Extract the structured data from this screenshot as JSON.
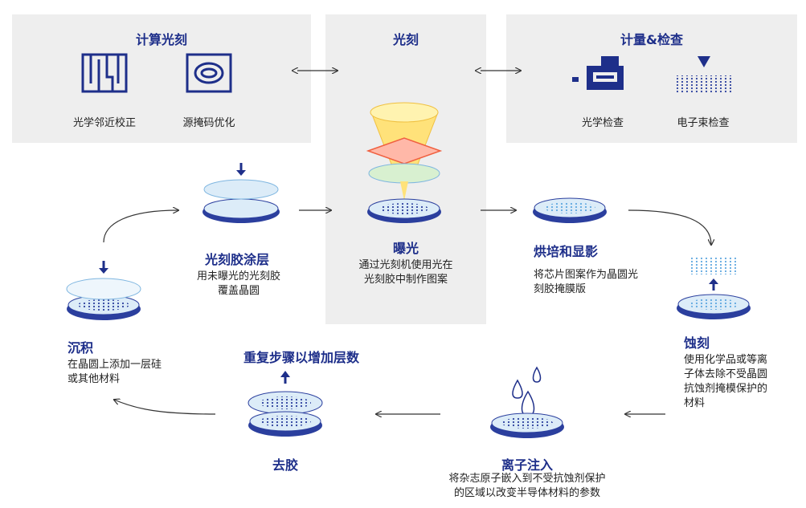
{
  "panels": {
    "computational": {
      "title": "计算光刻",
      "items": [
        "光学邻近校正",
        "源掩码优化"
      ]
    },
    "lithography": {
      "title": "光刻"
    },
    "metrology": {
      "title": "计量&检查",
      "items": [
        "光学检查",
        "电子束检查"
      ]
    }
  },
  "steps": {
    "coating": {
      "title": "光刻胶涂层",
      "desc1": "用未曝光的光刻胶",
      "desc2": "覆盖晶圆"
    },
    "exposure": {
      "title": "曝光",
      "desc1": "通过光刻机使用光在",
      "desc2": "光刻胶中制作图案"
    },
    "bake": {
      "title": "烘培和显影",
      "desc1": "将芯片图案作为晶圆光",
      "desc2": "刻胶掩膜版"
    },
    "etch": {
      "title": "蚀刻",
      "desc1": "使用化学品或等离",
      "desc2": "子体去除不受晶圆",
      "desc3": "抗蚀剂掩模保护的",
      "desc4": "材料"
    },
    "ion": {
      "title": "离子注入",
      "desc1": "将杂志原子嵌入到不受抗蚀剂保护",
      "desc2": "的区域以改变半导体材料的参数"
    },
    "strip": {
      "title": "去胶"
    },
    "repeat": {
      "title": "重复步骤以增加层数"
    },
    "deposition": {
      "title": "沉积",
      "desc1": "在晶圆上添加一层硅",
      "desc2": "或其他材料"
    }
  },
  "colors": {
    "navy": "#1e2f8a",
    "panel": "#eeeeee",
    "wafer": "#2b3f9e",
    "film": "#dcecf8"
  }
}
